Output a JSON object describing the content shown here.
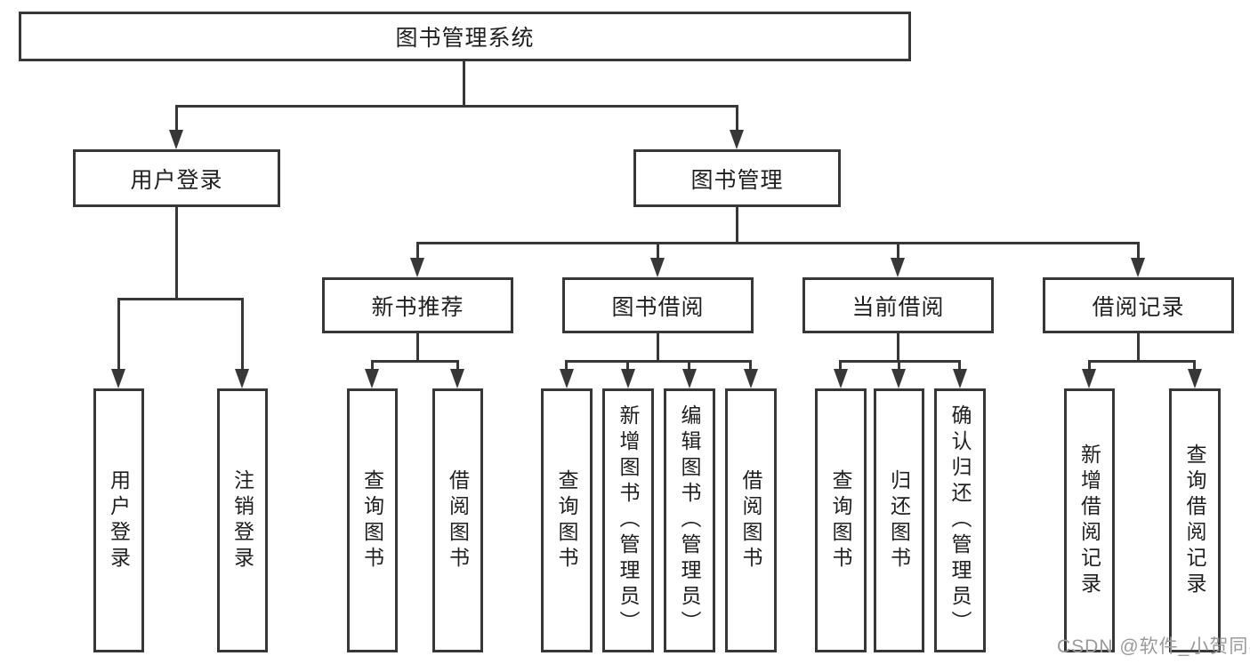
{
  "tree": {
    "label": "图书管理系统",
    "children": [
      {
        "label": "用户登录",
        "children": [
          {
            "label": "用户登录"
          },
          {
            "label": "注销登录"
          }
        ]
      },
      {
        "label": "图书管理",
        "children": [
          {
            "label": "新书推荐",
            "children": [
              {
                "label": "查询图书"
              },
              {
                "label": "借阅图书"
              }
            ]
          },
          {
            "label": "图书借阅",
            "children": [
              {
                "label": "查询图书"
              },
              {
                "label": "新增图书（管理员）"
              },
              {
                "label": "编辑图书（管理员）"
              },
              {
                "label": "借阅图书"
              }
            ]
          },
          {
            "label": "当前借阅",
            "children": [
              {
                "label": "查询图书"
              },
              {
                "label": "归还图书"
              },
              {
                "label": "确认归还（管理员）"
              }
            ]
          },
          {
            "label": "借阅记录",
            "children": [
              {
                "label": "新增借阅记录"
              },
              {
                "label": "查询借阅记录"
              }
            ]
          }
        ]
      }
    ]
  },
  "colors": {
    "line": "#373737",
    "text": "#1f1f1f",
    "watermark": "#9a9a9a"
  },
  "watermark": {
    "text": "CSDN @软件_小贺同学"
  }
}
